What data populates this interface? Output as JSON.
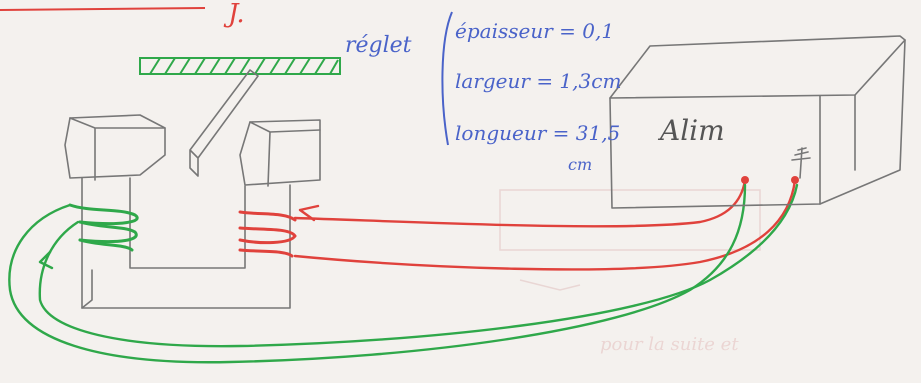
{
  "labels": {
    "top_fragment": "J.",
    "reglet": "réglet",
    "epaisseur": "épaisseur = 0,1",
    "largeur": "largeur = 1,3cm",
    "longueur": "longueur = 31,5",
    "longueur_unit": "cm",
    "alim": "Alim",
    "faint_bottom": "pour la suite et"
  },
  "colors": {
    "pencil": "#777777",
    "red_wire": "#e0423c",
    "green_wire": "#2fa84a",
    "annotation_blue": "#4a63c9",
    "paper": "#f4f1ee"
  }
}
